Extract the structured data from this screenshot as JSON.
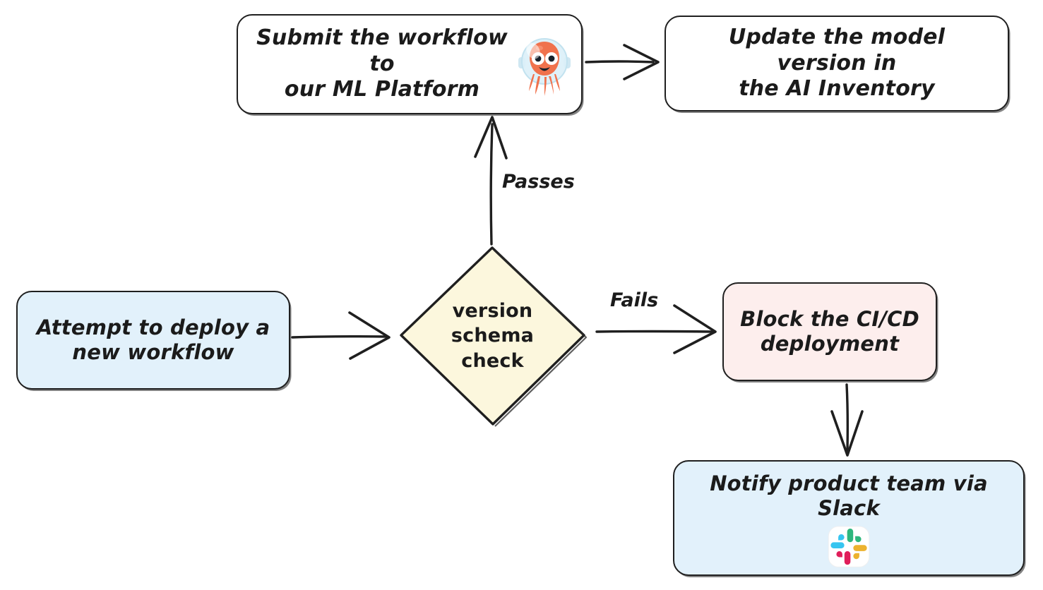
{
  "diagram": {
    "type": "flowchart",
    "title": "ML workflow deployment version schema check flow",
    "background_color": "#ffffff",
    "nodes": [
      {
        "id": "attempt",
        "label": "Attempt to deploy a\nnew workflow",
        "shape": "rounded-rect",
        "fill": "#e2f1fb",
        "stroke": "#1f1f1f"
      },
      {
        "id": "decision",
        "label": "version\nschema\ncheck",
        "shape": "diamond",
        "fill": "#fcf7dd",
        "stroke": "#1f1f1f"
      },
      {
        "id": "submit",
        "label": "Submit the workflow to\nour ML Platform",
        "shape": "rounded-rect",
        "fill": "#ffffff",
        "stroke": "#1f1f1f",
        "icon": "octopus-astronaut-icon"
      },
      {
        "id": "update",
        "label": "Update the model version in\nthe AI Inventory",
        "shape": "rounded-rect",
        "fill": "#ffffff",
        "stroke": "#1f1f1f"
      },
      {
        "id": "block",
        "label": "Block the CI/CD\ndeployment",
        "shape": "rounded-rect",
        "fill": "#fdeeed",
        "stroke": "#1f1f1f"
      },
      {
        "id": "notify",
        "label": "Notify product team via Slack",
        "shape": "rounded-rect",
        "fill": "#e2f1fb",
        "stroke": "#1f1f1f",
        "icon": "slack-icon"
      }
    ],
    "edges": [
      {
        "from": "attempt",
        "to": "decision",
        "label": "",
        "direction": "right"
      },
      {
        "from": "decision",
        "to": "submit",
        "label": "Passes",
        "direction": "up"
      },
      {
        "from": "decision",
        "to": "block",
        "label": "Fails",
        "direction": "right"
      },
      {
        "from": "submit",
        "to": "update",
        "label": "",
        "direction": "right"
      },
      {
        "from": "block",
        "to": "notify",
        "label": "",
        "direction": "down"
      }
    ],
    "edge_labels": {
      "passes": "Passes",
      "fails": "Fails"
    },
    "icons": {
      "octopus": {
        "name": "octopus-astronaut-icon",
        "body_color": "#f06a45",
        "helmet_color": "#d7eef7"
      },
      "slack": {
        "name": "slack-icon",
        "blue": "#36c5f0",
        "green": "#2eb67d",
        "yellow": "#ecb22e",
        "red": "#e01e5a",
        "tile": "#ffffff"
      }
    }
  }
}
